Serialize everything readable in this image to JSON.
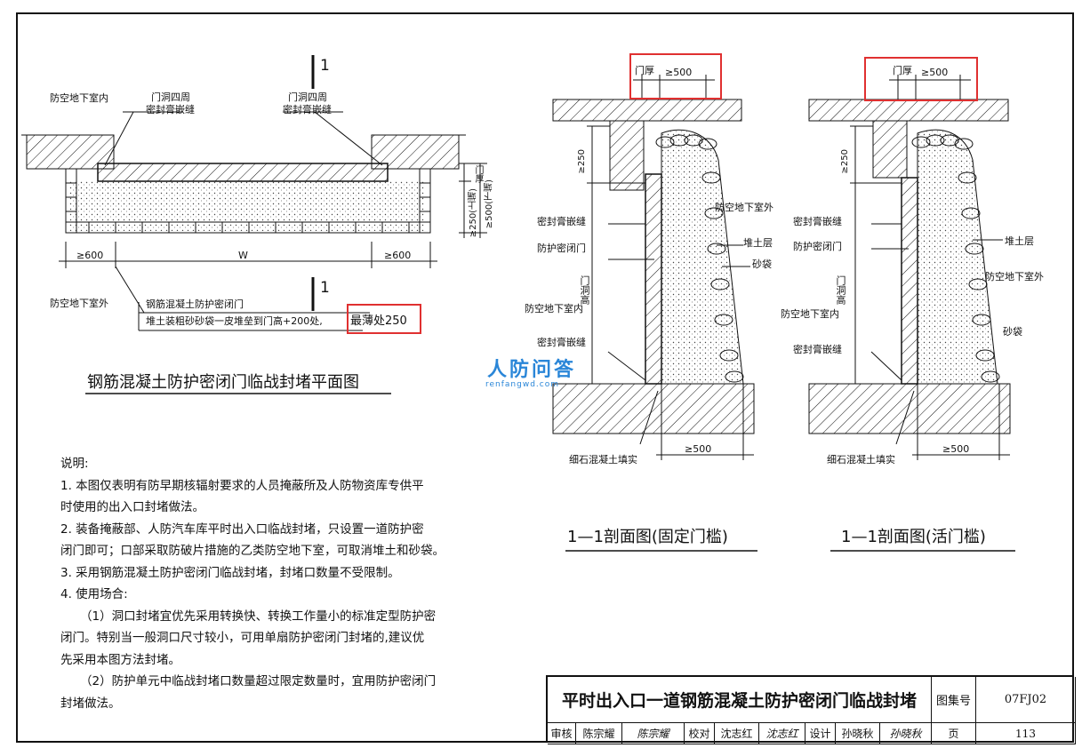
{
  "plan": {
    "section_mark": "1",
    "inside_label": "防空地下室内",
    "outside_label": "防空地下室外",
    "door_seal_left": [
      "门洞四周",
      "密封膏嵌缝"
    ],
    "door_seal_right": [
      "门洞四周",
      "密封膏嵌缝"
    ],
    "dim_left": "≥600",
    "dim_w": "W",
    "dim_right": "≥600",
    "dim_top_a": "门厚",
    "dim_top_b": "≥250(上端)",
    "dim_top_c": "≥500(下端)",
    "note_line1": "钢筋混凝土防护密闭门",
    "note_line2_a": "堆土装粗砂砂袋一皮堆垒到门高+200处,",
    "note_line2_b": "最薄处250",
    "title": "钢筋混凝土防护密闭门临战封堵平面图"
  },
  "section_fixed": {
    "dim_top_a": "门厚",
    "dim_top_b": "≥500",
    "dim_side": "≥250",
    "label_outside": "防空地下室外",
    "label_soil": "堆土层",
    "label_sandbag": "砂袋",
    "label_seal_top": "密封膏嵌缝",
    "label_door": "防护密闭门",
    "label_height": "门洞高",
    "label_inside": "防空地下室内",
    "label_seal_bottom": "密封膏嵌缝",
    "label_fill": "细石混凝土填实",
    "dim_bottom": "≥500",
    "title": "1—1剖面图(固定门槛)"
  },
  "section_movable": {
    "dim_top_a": "门厚",
    "dim_top_b": "≥500",
    "dim_side": "≥250",
    "label_seal_top": "密封膏嵌缝",
    "label_door": "防护密闭门",
    "label_height": "门洞高",
    "label_inside": "防空地下室内",
    "label_soil": "堆土层",
    "label_outside": "防空地下室外",
    "label_sandbag": "砂袋",
    "label_seal_bottom": "密封膏嵌缝",
    "label_fill": "细石混凝土填实",
    "dim_bottom": "≥500",
    "title": "1—1剖面图(活门槛)"
  },
  "watermark": {
    "main": "人防问答",
    "sub": "renfangwd.com"
  },
  "notes": {
    "heading": "说明:",
    "items": [
      "1. 本图仅表明有防早期核辐射要求的人员掩蔽所及人防物资库专供平",
      "时使用的出入口封堵做法。",
      "2. 装备掩蔽部、人防汽车库平时出入口临战封堵，只设置一道防护密",
      "闭门即可；口部采取防破片措施的乙类防空地下室，可取消堆土和砂袋。",
      "3. 采用钢筋混凝土防护密闭门临战封堵，封堵口数量不受限制。",
      "4. 使用场合:",
      "（1）洞口封堵宜优先采用转换快、转换工作量小的标准定型防护密",
      "闭门。特别当一般洞口尺寸较小，可用单扇防护密闭门封堵的,建议优",
      "先采用本图方法封堵。",
      "（2）防护单元中临战封堵口数量超过限定数量时，宜用防护密闭门",
      "封堵做法。"
    ]
  },
  "title_block": {
    "title": "平时出入口一道钢筋混凝土防护密闭门临战封堵",
    "atlas_label": "图集号",
    "atlas_no": "07FJ02",
    "review_label": "审核",
    "reviewer": "陈宗耀",
    "reviewer_sig": "陈宗耀",
    "check_label": "校对",
    "checker": "沈志红",
    "checker_sig": "沈志红",
    "design_label": "设计",
    "designer": "孙晓秋",
    "designer_sig": "孙晓秋",
    "page_label": "页",
    "page_no": "113"
  },
  "colors": {
    "highlight": "#e03030",
    "watermark": "#2a86d8",
    "ink": "#111111"
  }
}
